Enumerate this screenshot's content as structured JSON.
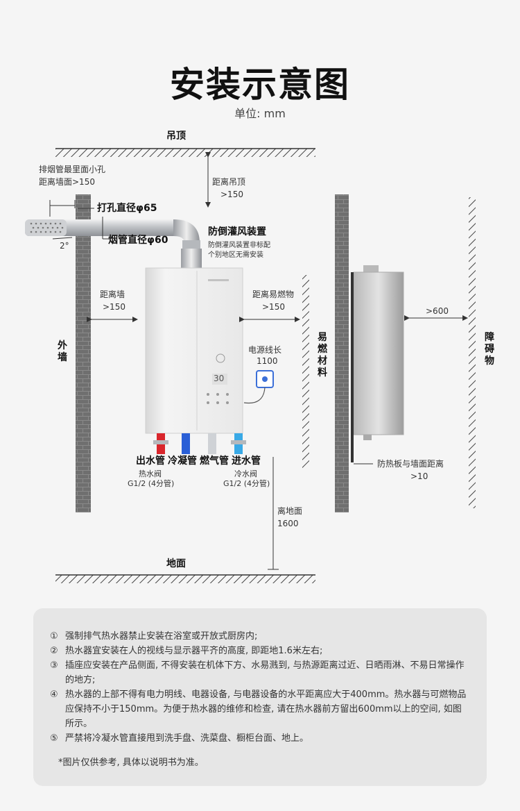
{
  "title": "安装示意图",
  "unit": "单位: mm",
  "labels": {
    "ceiling": "吊顶",
    "floor": "地面",
    "outer_wall": "外墙",
    "flammable": "易燃材料",
    "obstacle": "障碍物",
    "vent_hole_1": "排烟管最里面小孔",
    "vent_hole_2": "距离墙面>150",
    "drill_dia": "打孔直径φ65",
    "flue_dia": "烟管直径φ60",
    "angle": "2°",
    "dist_ceiling_1": "距离吊顶",
    "dist_ceiling_2": ">150",
    "windproof_title": "防倒灌风装置",
    "windproof_note_1": "防倒灌风装置非标配",
    "windproof_note_2": "个别地区无需安装",
    "dist_wall_1": "距离墙",
    "dist_wall_2": ">150",
    "dist_flam_1": "距离易燃物",
    "dist_flam_2": ">150",
    "cord_1": "电源线长",
    "cord_2": "1100",
    "front_space": ">600",
    "pipe_out": "出水管",
    "pipe_cond": "冷凝管",
    "pipe_gas": "燃气管",
    "pipe_in": "进水管",
    "valve_hot_1": "热水阀",
    "valve_hot_2": "G1/2 (4分管)",
    "valve_cold_1": "冷水阀",
    "valve_cold_2": "G1/2 (4分管)",
    "floor_dist_1": "离地面",
    "floor_dist_2": "1600",
    "heat_plate_1": "防热板与墙面距离",
    "heat_plate_2": ">10",
    "display_value": "30"
  },
  "notes": [
    {
      "n": "①",
      "text": "强制排气热水器禁止安装在浴室或开放式厨房内;"
    },
    {
      "n": "②",
      "text": "热水器宜安装在人的视线与显示器平齐的高度, 即距地1.6米左右;"
    },
    {
      "n": "③",
      "text": "插座应安装在产品侧面, 不得安装在机体下方、水易溅到, 与热源距离过近、日晒雨淋、不易日常操作的地方;"
    },
    {
      "n": "④",
      "text": "热水器的上部不得有电力明线、电器设备, 与电器设备的水平距离应大于400mm。热水器与可燃物品应保持不小于150mm。为便于热水器的维修和检查, 请在热水器前方留出600mm以上的空间, 如图所示。"
    },
    {
      "n": "⑤",
      "text": "严禁将冷凝水管直接甩到洗手盘、洗菜盘、橱柜台面、地上。"
    }
  ],
  "footnote": "*图片仅供参考, 具体以说明书为准。",
  "colors": {
    "hot_pipe": "#d9262c",
    "cond_pipe": "#2a5fd6",
    "cold_pipe": "#39a9e6",
    "gas_pipe": "#cfd2d6",
    "brick": "#7a7a7a"
  }
}
